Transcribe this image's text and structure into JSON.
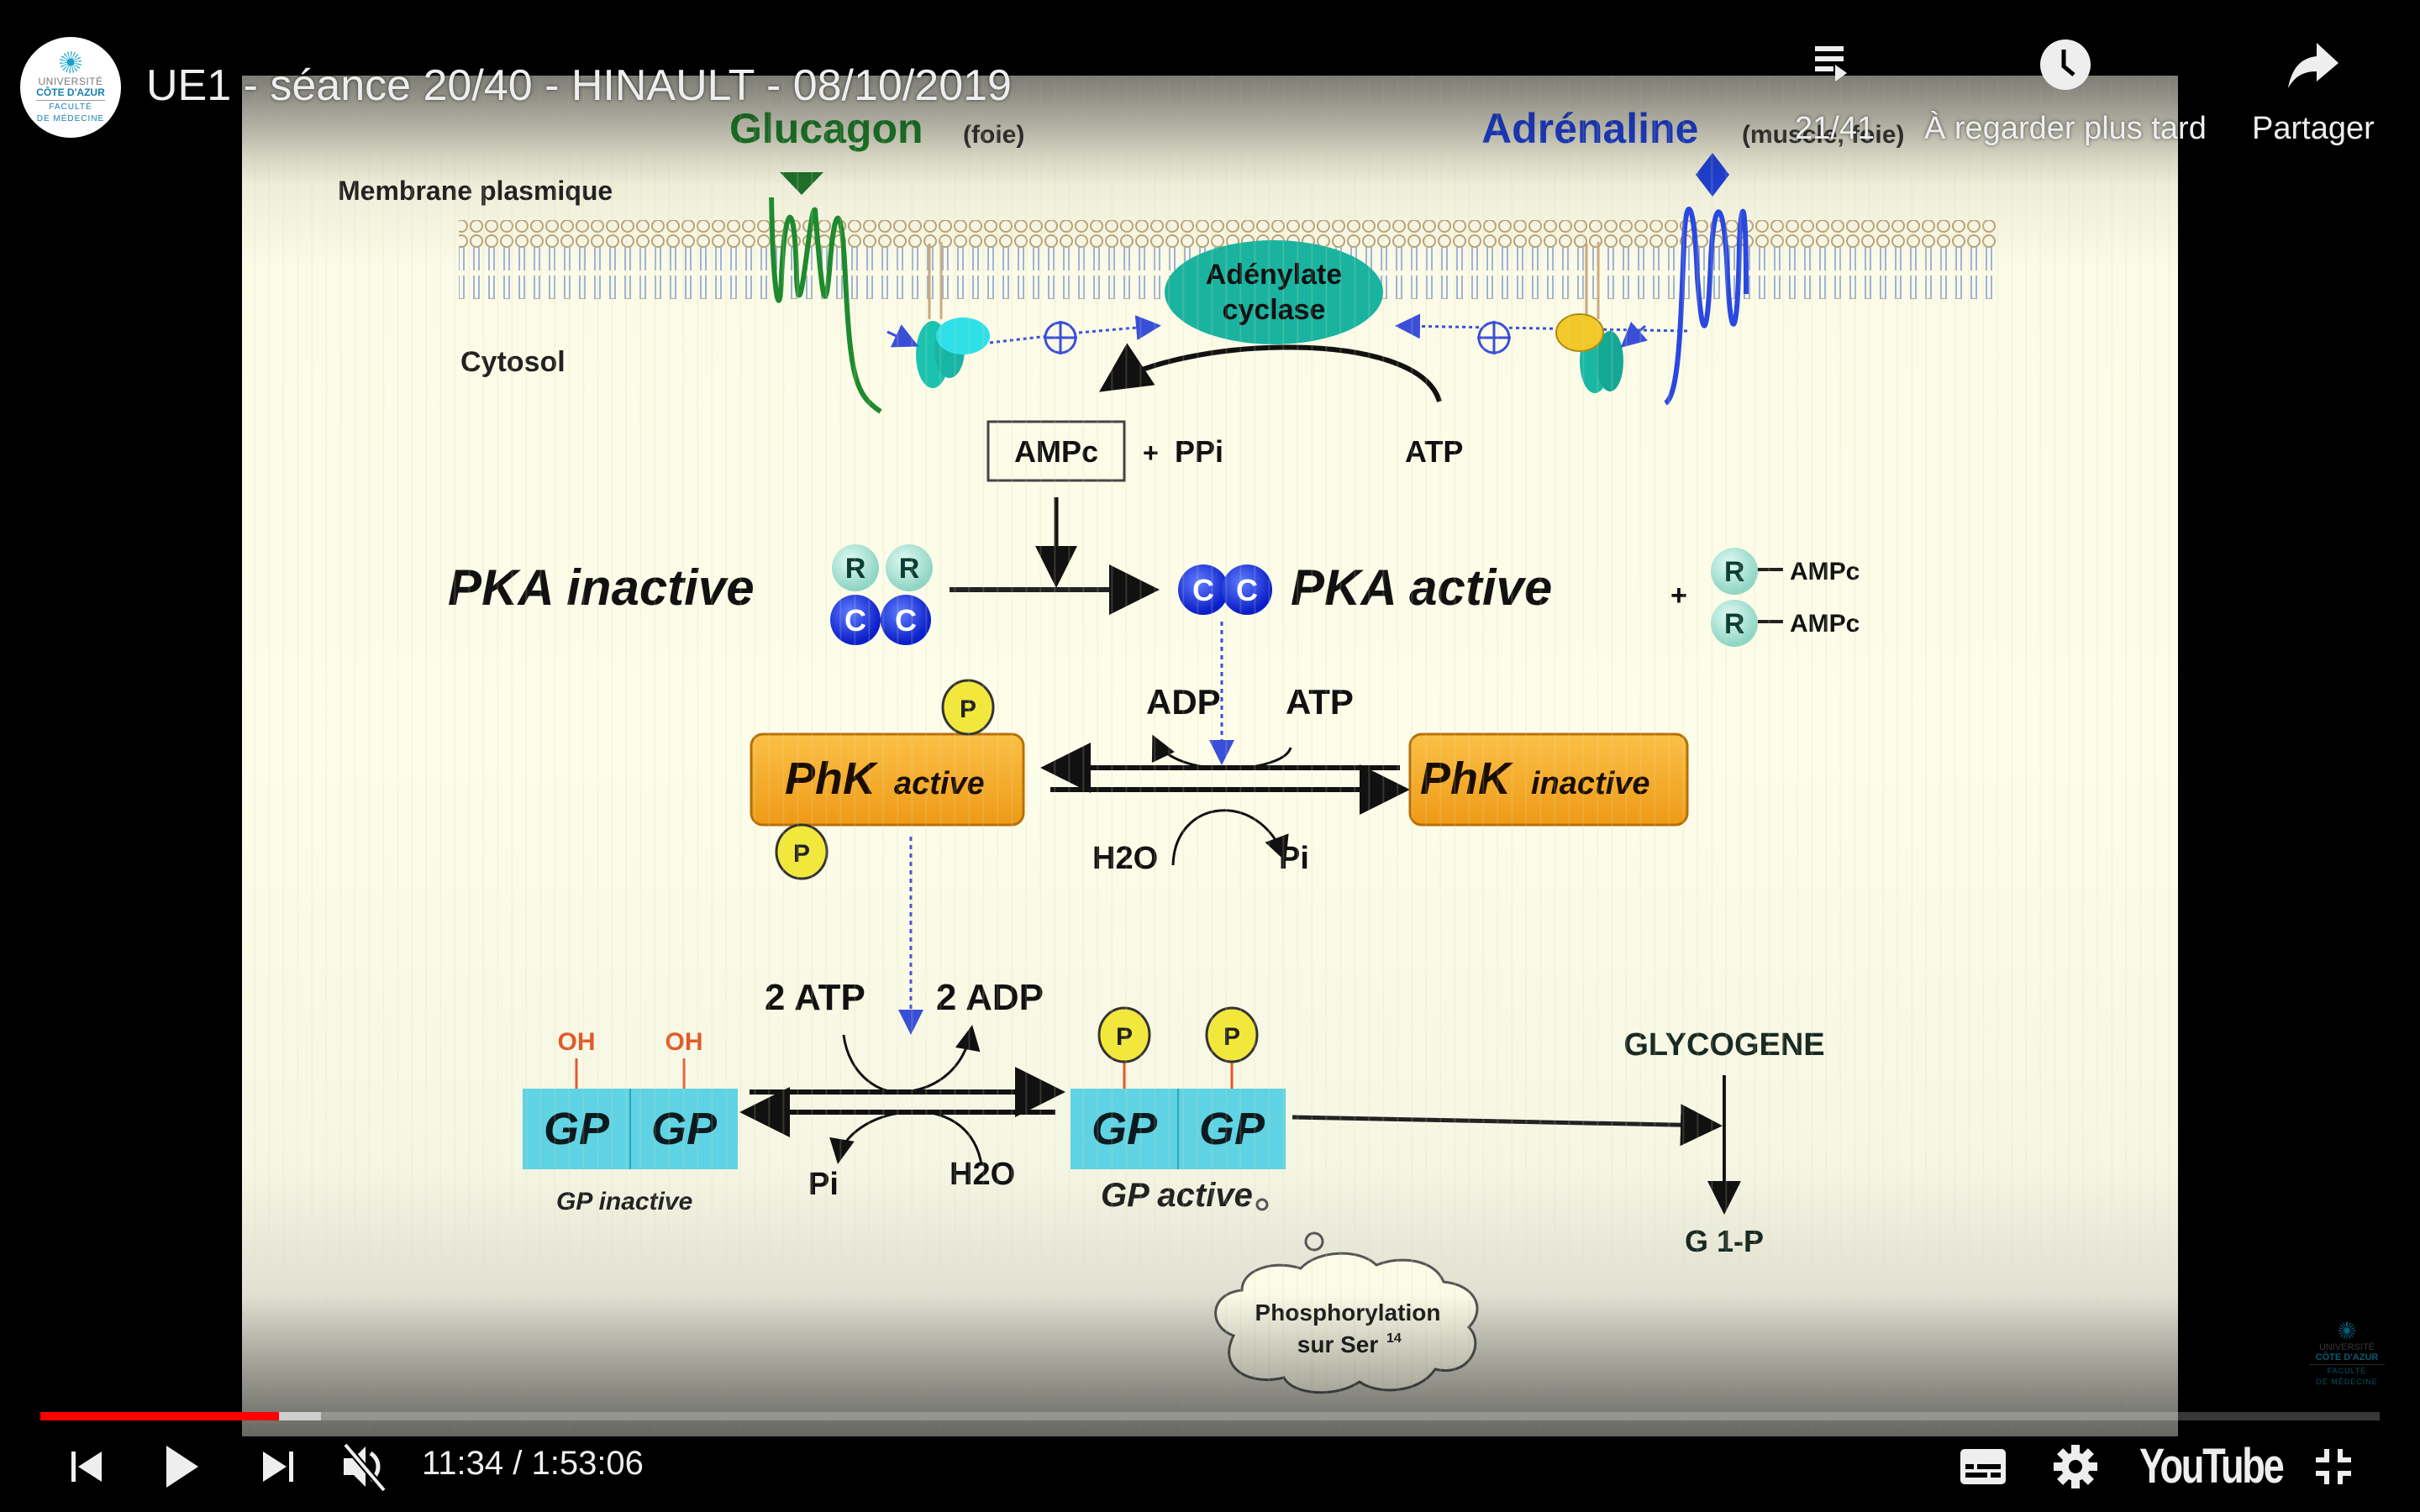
{
  "player": {
    "video_title": "UE1 - séance 20/40 - HINAULT - 08/10/2019",
    "channel_logo": {
      "line1": "UNIVERSITÉ",
      "line2": "CÔTE D'AZUR",
      "line3": "FACULTÉ",
      "line4": "DE MÉDECINE"
    },
    "top_actions": [
      {
        "icon": "playlist-icon",
        "label": "21/41"
      },
      {
        "icon": "clock-icon",
        "label": "À regarder plus tard"
      },
      {
        "icon": "share-icon",
        "label": "Partager"
      }
    ],
    "progress": {
      "played_fraction": 0.102,
      "buffered_fraction": 0.12,
      "played_color": "#ff0000"
    },
    "controls": {
      "previous_icon": "skip-previous-icon",
      "play_icon": "play-icon",
      "next_icon": "skip-next-icon",
      "volume_icon": "volume-muted-icon",
      "current_time": "11:34",
      "duration": "1:53:06",
      "time_display": "11:34 / 1:53:06",
      "subtitles_icon": "subtitles-icon",
      "settings_icon": "gear-icon",
      "youtube_logo": "YouTube",
      "exit_fullscreen_icon": "exit-fullscreen-icon"
    },
    "watermark": {
      "line1": "UNIVERSITÉ",
      "line2": "CÔTE D'AZUR",
      "line3": "FACULTÉ",
      "line4": "DE MÉDECINE"
    }
  },
  "slide": {
    "colors": {
      "glucagon": "#1e7a2a",
      "adrenaline": "#1f3fcf",
      "adenylate_cyclase": "#19b3a0",
      "phk_box": "#f4a521",
      "gp_box": "#5fd3e3",
      "phosphate": "#f2e83a",
      "oh": "#e05a2a"
    },
    "glucagon": {
      "name": "Glucagon",
      "organ": "(foie)"
    },
    "adrenaline": {
      "name": "Adrénaline",
      "organ": "(muscle, foie)"
    },
    "membrane_label": "Membrane plasmique",
    "cytosol_label": "Cytosol",
    "adenylate_cyclase": {
      "line1": "Adénylate",
      "line2": "cyclase"
    },
    "plus_symbol": "⊕",
    "camp_reaction": {
      "product": "AMPc",
      "plus": "+",
      "byproduct": "PPi",
      "substrate": "ATP"
    },
    "pka": {
      "inactive_label": "PKA inactive",
      "active_label": "PKA active",
      "r_subunit": "R",
      "c_subunit": "C",
      "plus": "+",
      "released": [
        "AMPc",
        "AMPc"
      ]
    },
    "phk": {
      "active_main": "PhK",
      "active_sub": "active",
      "inactive_main": "PhK",
      "inactive_sub": "inactive",
      "phosphate": "P",
      "top_left": "ADP",
      "top_right": "ATP",
      "bottom_left": "H2O",
      "bottom_right": "Pi"
    },
    "gp": {
      "unit": "GP",
      "oh": "OH",
      "inactive_label": "GP inactive",
      "active_label": "GP active",
      "phosphate": "P",
      "top_left": "2  ATP",
      "top_right": "2  ADP",
      "bottom_left": "Pi",
      "bottom_right": "H2O"
    },
    "glycogen": {
      "substrate": "GLYCOGENE",
      "product": "G 1-P"
    },
    "cloud": {
      "line1": "Phosphorylation",
      "line2": "sur Ser",
      "superscript": "14"
    }
  }
}
